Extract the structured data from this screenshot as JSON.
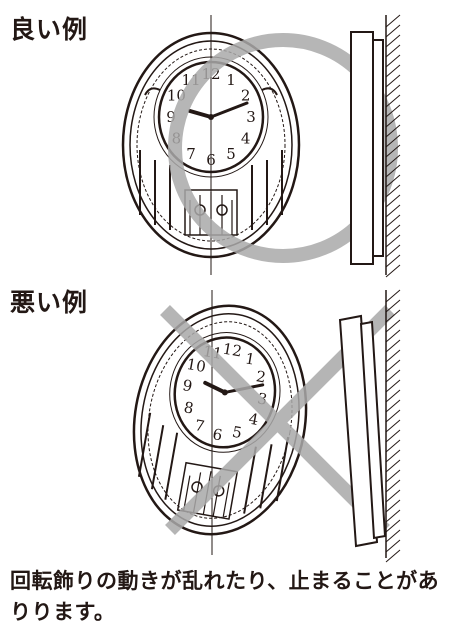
{
  "good_example": {
    "heading": "良い例"
  },
  "bad_example": {
    "heading": "悪い例"
  },
  "caption": "回転飾りの動きが乱れたり、止まることがありります。",
  "clock_numerals": [
    "12",
    "1",
    "2",
    "3",
    "4",
    "5",
    "6",
    "7",
    "8",
    "9",
    "10",
    "11"
  ],
  "colors": {
    "text": "#231815",
    "mark": "#a9a9a9",
    "line": "#231815"
  },
  "icons": [
    "clock-front-icon",
    "clock-side-icon",
    "wall-hatch-icon",
    "circle-ok-mark",
    "cross-ng-mark"
  ]
}
